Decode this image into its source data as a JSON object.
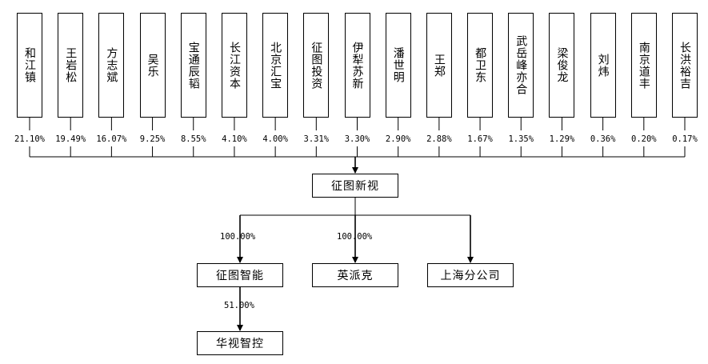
{
  "shareholders": [
    {
      "name": "和江镇",
      "pct": "21.10%"
    },
    {
      "name": "王岩松",
      "pct": "19.49%"
    },
    {
      "name": "方志斌",
      "pct": "16.07%"
    },
    {
      "name": "吴乐",
      "pct": "9.25%"
    },
    {
      "name": "宝通辰韬",
      "pct": "8.55%"
    },
    {
      "name": "长江资本",
      "pct": "4.10%"
    },
    {
      "name": "北京汇宝",
      "pct": "4.00%"
    },
    {
      "name": "征图投资",
      "pct": "3.31%"
    },
    {
      "name": "伊犁苏新",
      "pct": "3.30%"
    },
    {
      "name": "潘世明",
      "pct": "2.90%"
    },
    {
      "name": "王郑",
      "pct": "2.88%"
    },
    {
      "name": "都卫东",
      "pct": "1.67%"
    },
    {
      "name": "武岳峰亦合",
      "pct": "1.35%"
    },
    {
      "name": "梁俊龙",
      "pct": "1.29%"
    },
    {
      "name": "刘炜",
      "pct": "0.36%"
    },
    {
      "name": "南京道丰",
      "pct": "0.20%"
    },
    {
      "name": "长洪裕吉",
      "pct": "0.17%"
    }
  ],
  "company": {
    "name": "征图新视"
  },
  "subsidiaries": [
    {
      "name": "征图智能",
      "pct": "100.00%"
    },
    {
      "name": "英派克",
      "pct": "100.00%"
    },
    {
      "name": "上海分公司",
      "pct": ""
    }
  ],
  "sub_subsidiary": {
    "name": "华视智控",
    "pct": "51.00%"
  }
}
